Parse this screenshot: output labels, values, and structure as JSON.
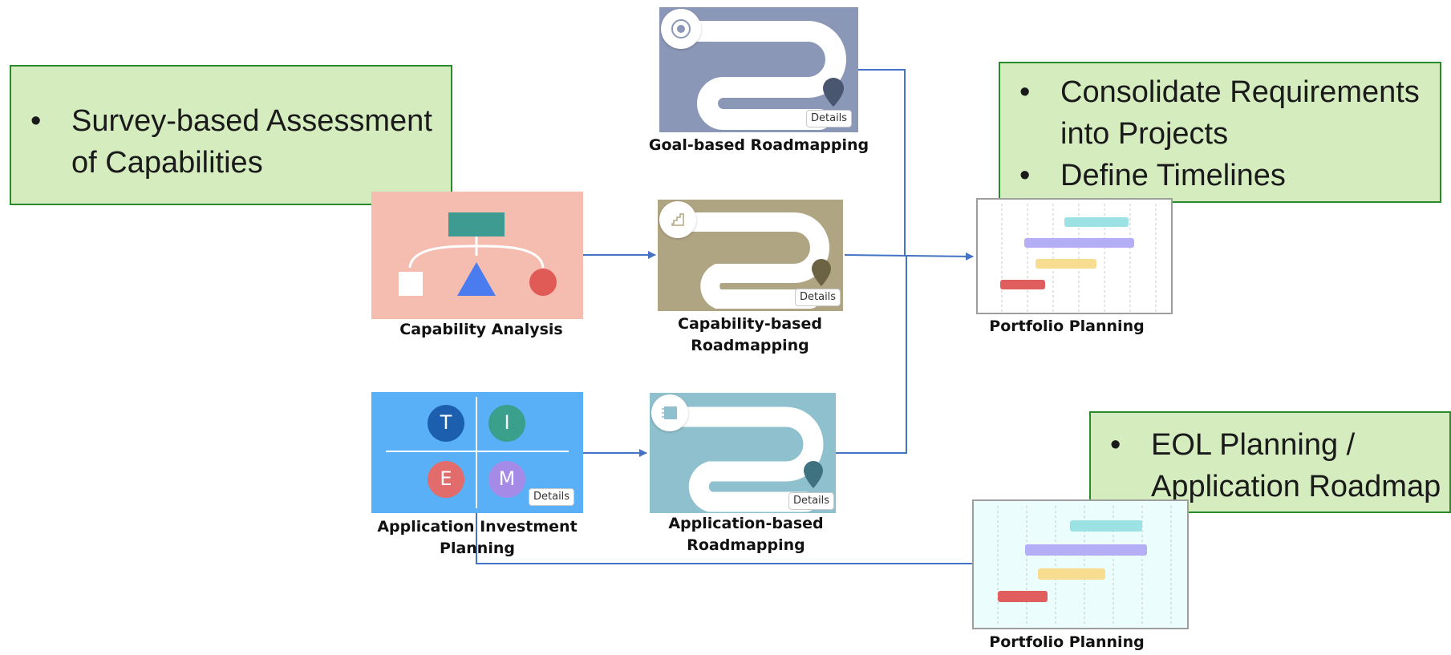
{
  "callouts": {
    "survey": [
      "Survey-based Assessment",
      "of Capabilities"
    ],
    "consolidate": [
      "Consolidate Requirements",
      "into Projects"
    ],
    "timelines": "Define Timelines",
    "eol": [
      "EOL Planning /",
      "Application Roadmap"
    ]
  },
  "nodes": {
    "goal_roadmapping": "Goal-based Roadmapping",
    "capability_analysis": "Capability Analysis",
    "capability_roadmapping": [
      "Capability-based",
      "Roadmapping"
    ],
    "portfolio_planning_top": "Portfolio Planning",
    "app_investment": [
      "Application Investment",
      "Planning"
    ],
    "app_roadmapping": [
      "Application-based",
      "Roadmapping"
    ],
    "portfolio_planning_bottom": "Portfolio Planning"
  },
  "details_label": "Details",
  "tim_letters": {
    "t": "T",
    "i": "I",
    "e": "E",
    "m": "M"
  },
  "colors": {
    "connector": "#4472c4",
    "callout_fill": "#d4ecbe",
    "callout_border": "#2b8a2b",
    "goal_tile": "#8a97b6",
    "capability_tile": "#b0a582",
    "app_tile": "#8fc0cd",
    "capability_analysis_tile": "#f5bcb0",
    "app_investment_tile": "#5ab0f7"
  }
}
